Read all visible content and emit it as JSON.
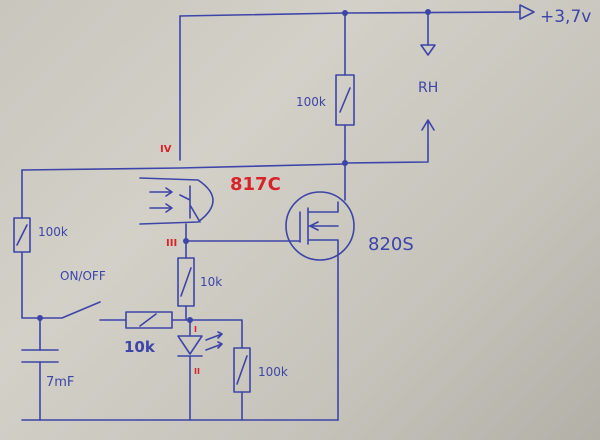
{
  "diagram": {
    "supply_label": "+3,7v",
    "rh_label": "RH",
    "r_top_label": "100k",
    "optocoupler_label": "817C",
    "opto_pin_iv": "IV",
    "opto_pin_iii": "III",
    "mosfet_label": "820S",
    "r_left_label": "100k",
    "r_mid_label": "10k",
    "switch_label": "ON/OFF",
    "r_series_label": "10k",
    "r_bottom_right_label": "100k",
    "capacitor_label": "7mF",
    "led_pin_i": "I",
    "led_pin_ii": "II"
  },
  "colors": {
    "ink": "#3d45a8",
    "red_ink": "#d8232a",
    "paper": "#cfccc4"
  }
}
